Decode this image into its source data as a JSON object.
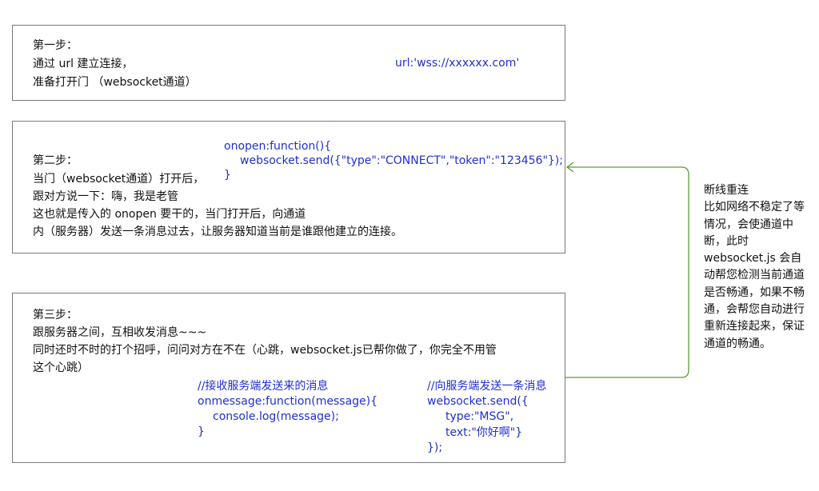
{
  "step1": {
    "title": "第一步：",
    "line1": "通过 url 建立连接，",
    "line2": "准备打开门 （websocket通道）",
    "url": "url:'wss://xxxxxx.com'"
  },
  "step2": {
    "title": "第二步：",
    "line1": "当门（websocket通道）打开后，",
    "line2": "跟对方说一下：嗨，我是老管",
    "line3": "这也就是传入的 onopen 要干的，当门打开后，向通道",
    "line4": "内（服务器）发送一条消息过去，让服务器知道当前是谁跟他建立的连接。",
    "code": [
      "onopen:function(){",
      "websocket.send({\"type\":\"CONNECT\",\"token\":\"123456\"});",
      "}"
    ]
  },
  "step3": {
    "title": "第三步：",
    "line1": "跟服务器之间，互相收发消息~~~",
    "line2": "同时还时不时的打个招呼，问问对方在不在（心跳，websocket.js已帮你做了，你完全不用管",
    "line3": "这个心跳）",
    "receive_code": [
      "//接收服务端发送来的消息",
      "onmessage:function(message){",
      "console.log(message);",
      "}"
    ],
    "send_code": [
      "//向服务端发送一条消息",
      "websocket.send({",
      "type:\"MSG\",",
      "text:\"你好啊\"}",
      "});"
    ]
  },
  "reconnect": {
    "title": "断线重连",
    "body": "比如网络不稳定了等情况，会使通道中断，此时 websocket.js 会自动帮您检测当前通道是否畅通，如果不畅通，会帮您自动进行重新连接起来，保证通道的畅通。"
  },
  "colors": {
    "code_text": "#1f2fd6",
    "arrow": "#5a9a3a",
    "box_border": "#7a7a7a"
  }
}
